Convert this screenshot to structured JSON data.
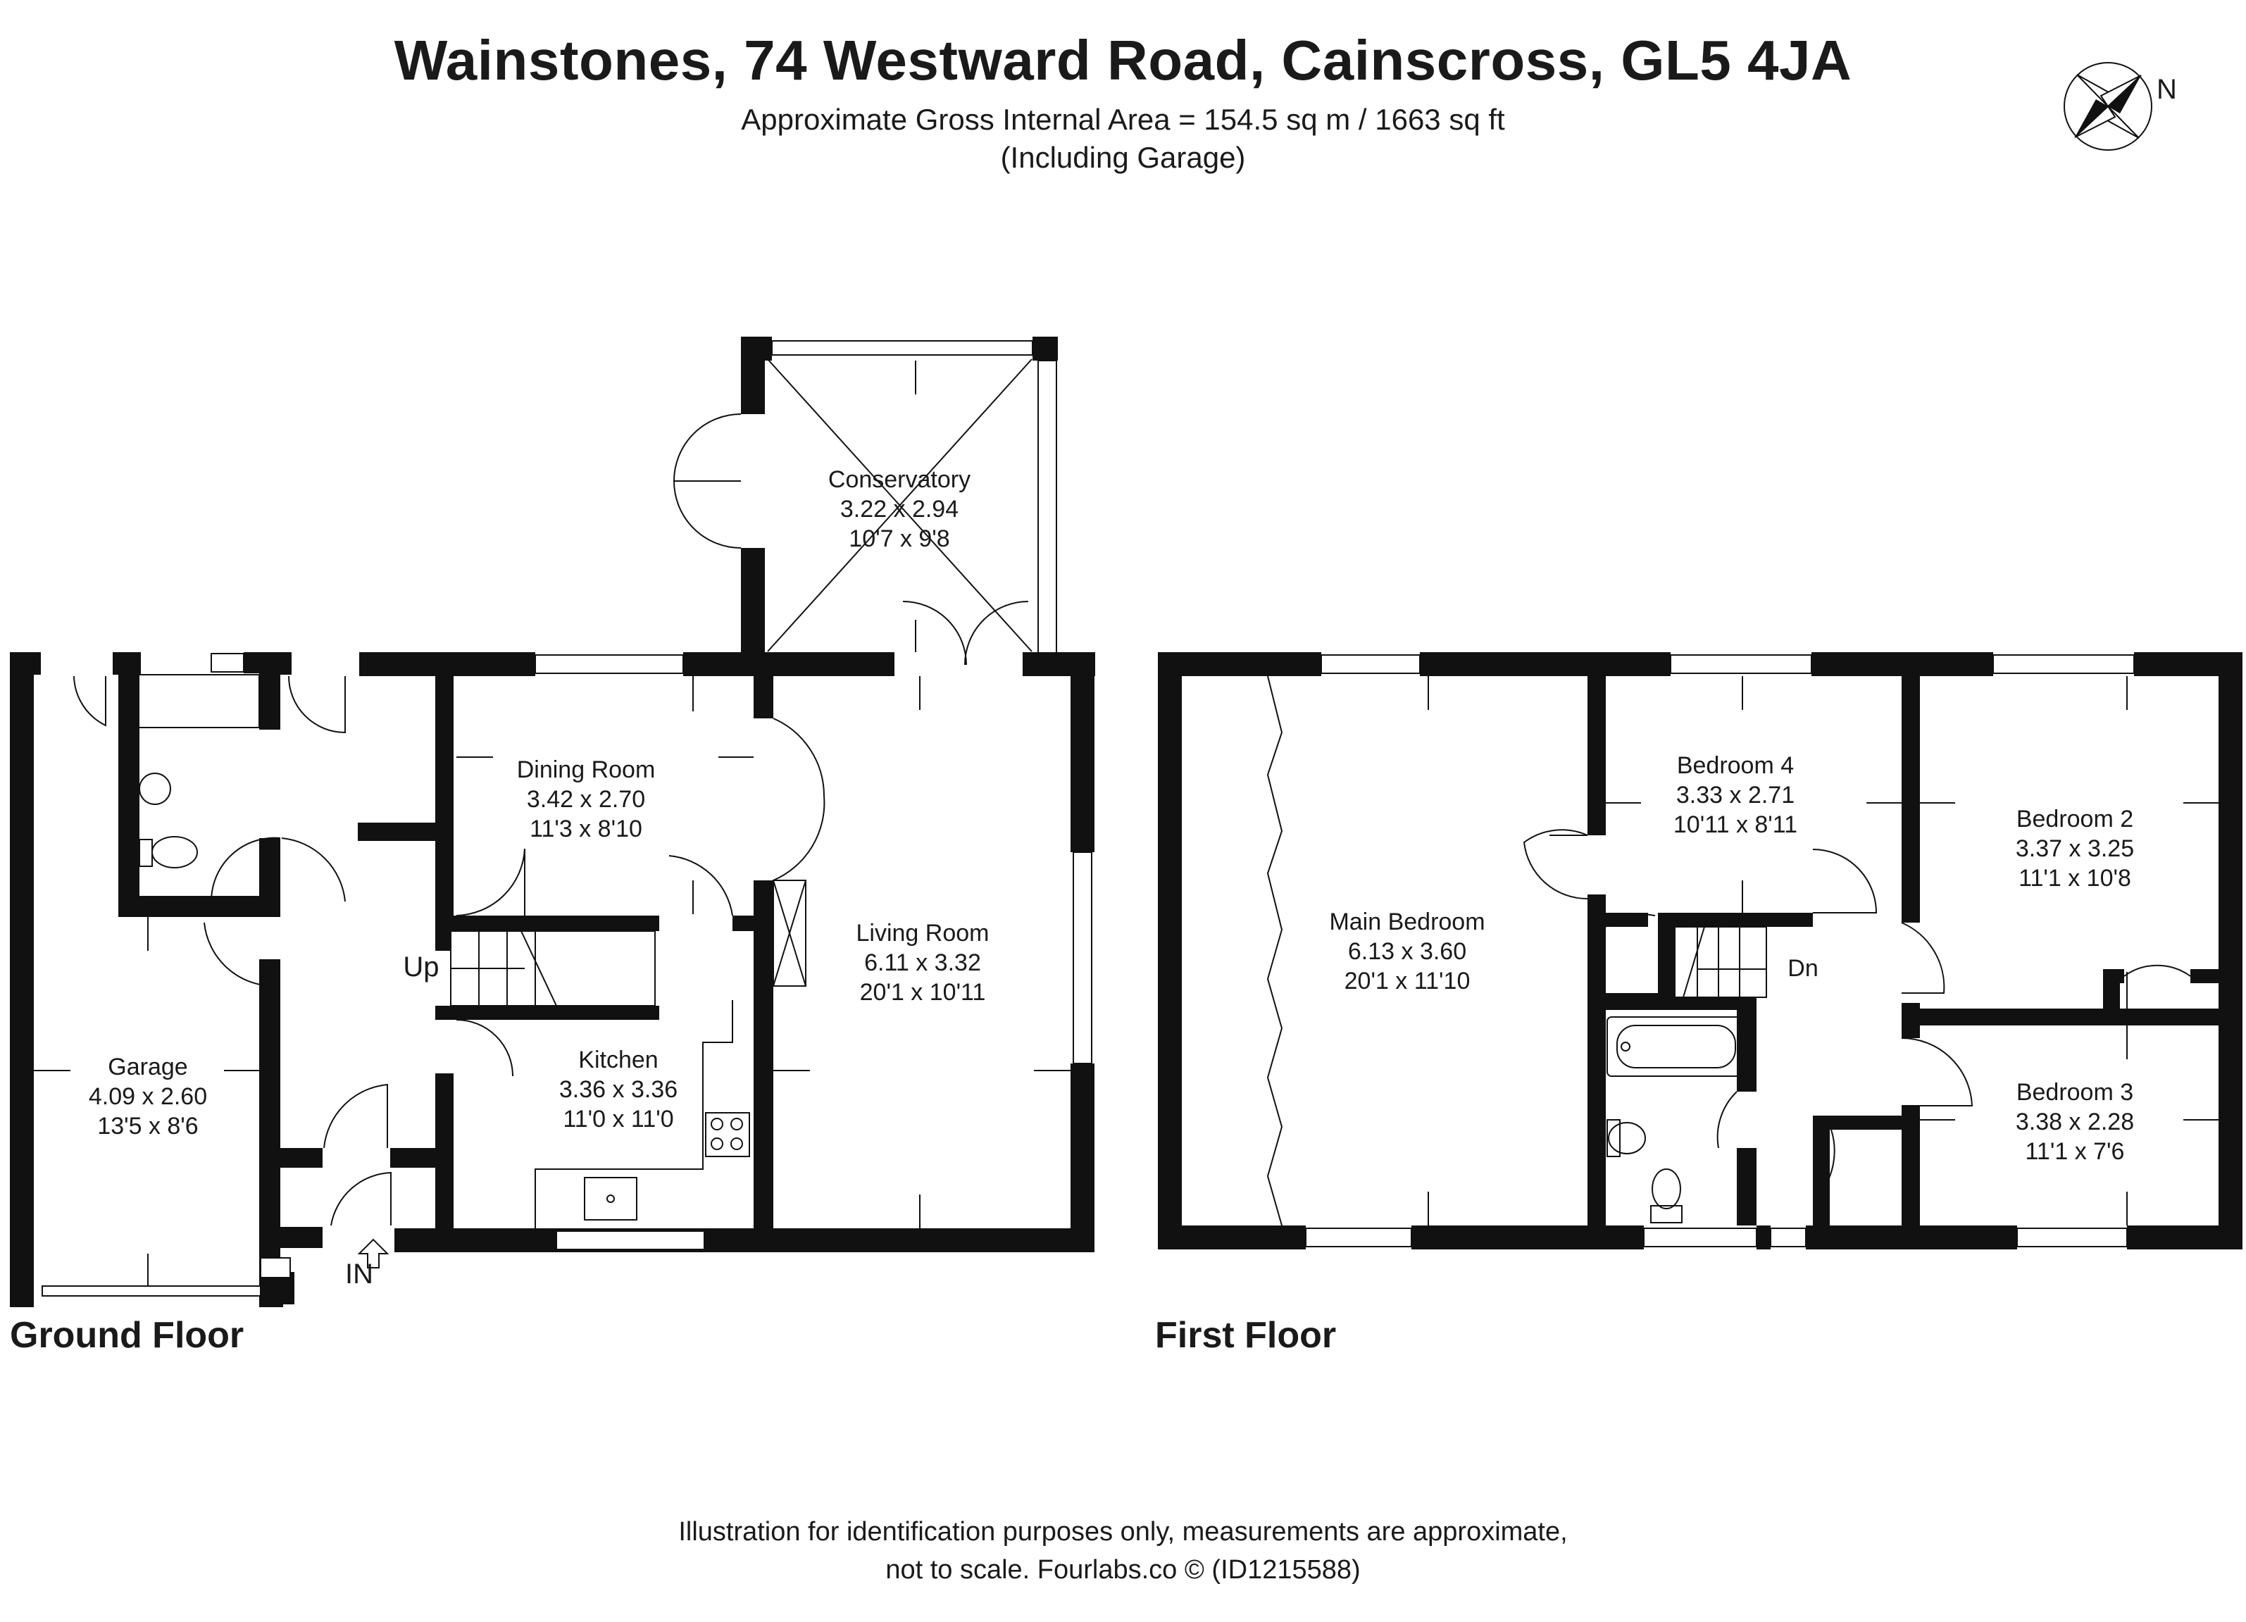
{
  "header": {
    "title": "Wainstones, 74 Westward Road, Cainscross, GL5 4JA",
    "area": "Approximate Gross Internal Area = 154.5 sq m / 1663 sq ft",
    "area_note": "(Including Garage)"
  },
  "compass": {
    "label": "N"
  },
  "ground_floor": {
    "label": "Ground Floor",
    "rooms": [
      {
        "name": "Conservatory",
        "metric": "3.22 x 2.94",
        "imperial": "10'7 x 9'8"
      },
      {
        "name": "Dining Room",
        "metric": "3.42 x 2.70",
        "imperial": "11'3 x 8'10"
      },
      {
        "name": "Living Room",
        "metric": "6.11 x 3.32",
        "imperial": "20'1 x 10'11"
      },
      {
        "name": "Kitchen",
        "metric": "3.36 x 3.36",
        "imperial": "11'0 x 11'0"
      },
      {
        "name": "Garage",
        "metric": "4.09 x 2.60",
        "imperial": "13'5 x 8'6"
      }
    ],
    "stairs_label": "Up",
    "entrance_label": "IN"
  },
  "first_floor": {
    "label": "First Floor",
    "rooms": [
      {
        "name": "Main Bedroom",
        "metric": "6.13 x 3.60",
        "imperial": "20'1 x 11'10"
      },
      {
        "name": "Bedroom 4",
        "metric": "3.33 x 2.71",
        "imperial": "10'11 x 8'11"
      },
      {
        "name": "Bedroom 2",
        "metric": "3.37 x 3.25",
        "imperial": "11'1 x 10'8"
      },
      {
        "name": "Bedroom 3",
        "metric": "3.38 x 2.28",
        "imperial": "11'1 x 7'6"
      }
    ],
    "stairs_label": "Dn"
  },
  "footer": {
    "line1": "Illustration for identification purposes only, measurements are approximate,",
    "line2": "not to scale. Fourlabs.co © (ID1215588)"
  }
}
